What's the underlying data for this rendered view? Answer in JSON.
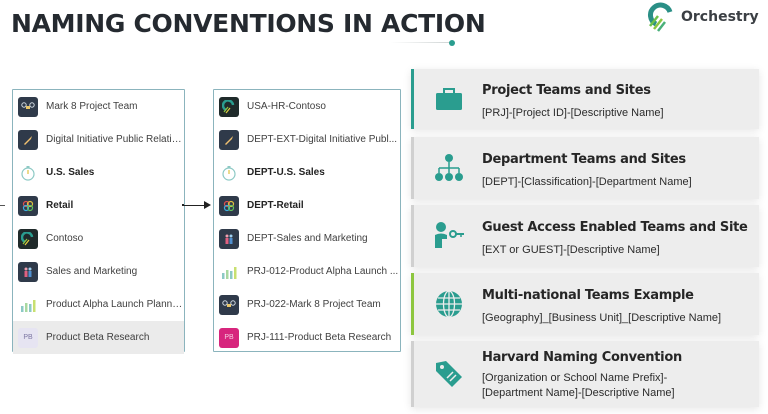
{
  "header": {
    "title": "NAMING CONVENTIONS IN ACTION",
    "logo_text": "Orchestry",
    "accent_color": "#2a9d8f"
  },
  "left_list": {
    "items": [
      {
        "label": "Mark 8 Project Team",
        "icon": "drone-icon",
        "bold": false,
        "selected": false
      },
      {
        "label": "Digital Initiative Public Relations",
        "icon": "rocket-icon",
        "bold": false,
        "selected": false
      },
      {
        "label": "U.S. Sales",
        "icon": "stopwatch-icon",
        "bold": true,
        "selected": false
      },
      {
        "label": "Retail",
        "icon": "retail-knot-icon",
        "bold": true,
        "selected": false
      },
      {
        "label": "Contoso",
        "icon": "contoso-logo-icon",
        "bold": false,
        "selected": false
      },
      {
        "label": "Sales and Marketing",
        "icon": "people-icon",
        "bold": false,
        "selected": false
      },
      {
        "label": "Product Alpha Launch Planning",
        "icon": "bar-chart-icon",
        "bold": false,
        "selected": false
      },
      {
        "label": "Product Beta Research",
        "icon": "initials-icon",
        "initials": "PB",
        "bold": false,
        "selected": true
      }
    ]
  },
  "right_list": {
    "items": [
      {
        "label": "USA-HR-Contoso",
        "icon": "contoso-logo-icon",
        "bold": false
      },
      {
        "label": "DEPT-EXT-Digital Initiative Publ...",
        "icon": "rocket-icon",
        "bold": false
      },
      {
        "label": "DEPT-U.S. Sales",
        "icon": "stopwatch-icon",
        "bold": true
      },
      {
        "label": "DEPT-Retail",
        "icon": "retail-knot-icon",
        "bold": true
      },
      {
        "label": "DEPT-Sales and Marketing",
        "icon": "people-icon",
        "bold": false
      },
      {
        "label": "PRJ-012-Product Alpha Launch ...",
        "icon": "bar-chart-icon",
        "bold": false
      },
      {
        "label": "PRJ-022-Mark 8 Project Team",
        "icon": "drone-icon",
        "bold": false
      },
      {
        "label": "PRJ-111-Product Beta Research",
        "icon": "initials-icon",
        "initials": "PB",
        "bold": false
      }
    ]
  },
  "cards": [
    {
      "title": "Project Teams and Sites",
      "format": "[PRJ]-[Project ID]-[Descriptive Name]",
      "icon": "briefcase-icon",
      "accent": "#2a9d8f"
    },
    {
      "title": "Department Teams and Sites",
      "format": "[DEPT]-[Classification]-[Department Name]",
      "icon": "org-chart-icon",
      "accent": "#d0d0d0"
    },
    {
      "title": "Guest Access Enabled Teams and Site",
      "format": "[EXT or GUEST]-[Descriptive Name]",
      "icon": "person-key-icon",
      "accent": "#d0d0d0"
    },
    {
      "title": "Multi-national Teams Example",
      "format": "[Geography]_[Business Unit]_[Descriptive Name]",
      "icon": "globe-icon",
      "accent": "#8dc63f"
    },
    {
      "title": "Harvard Naming Convention",
      "format_line1": "[Organization or School Name Prefix]-",
      "format_line2": "[Department Name]-[Descriptive Name]",
      "icon": "tag-icon",
      "accent": "#d0d0d0"
    }
  ]
}
